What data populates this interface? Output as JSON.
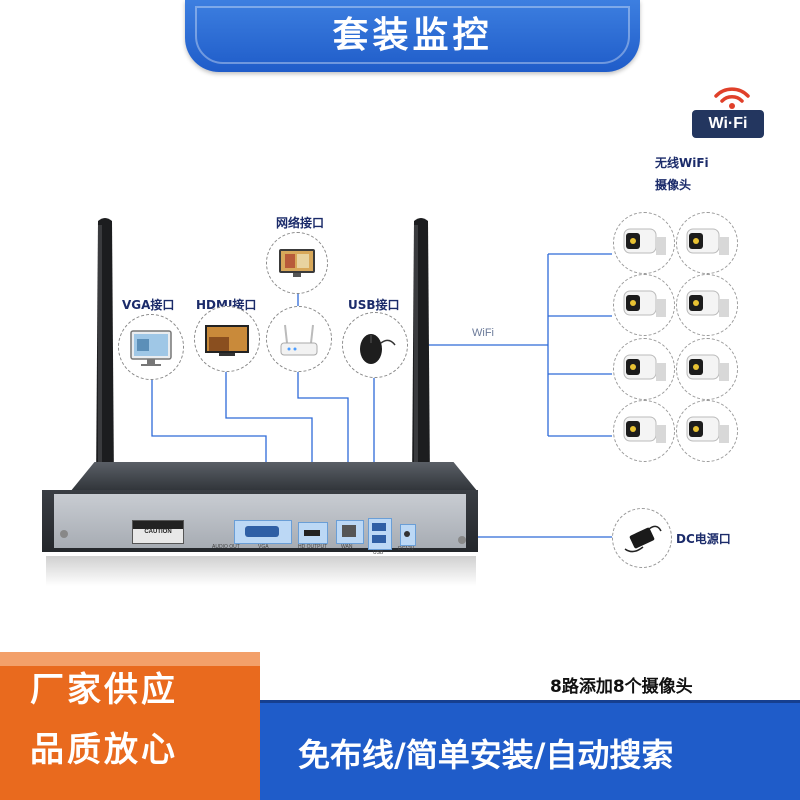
{
  "header": {
    "title": "套装监控"
  },
  "wifi_badge": {
    "text": "Wi·Fi"
  },
  "labels": {
    "wifi_camera_line1": "无线WiFi",
    "wifi_camera_line2": "摄像头",
    "network_port": "网络接口",
    "vga_port": "VGA接口",
    "hdmi_port": "HDMI接口",
    "usb_port": "USB接口",
    "wifi": "WiFi",
    "dc_port": "DC电源口"
  },
  "nvr": {
    "caution": "CAUTION",
    "port_audio": "AUDIO OUT",
    "port_vga": "VGA",
    "port_hdmi": "HD OUTPUT",
    "port_wan": "WAN",
    "port_usb": "USB",
    "port_dc": "DC12V"
  },
  "caption": "8路添加8个摄像头",
  "promo": {
    "line1": "厂家供应",
    "line2": "品质放心"
  },
  "features": "免布线/简单安装/自动搜索",
  "colors": {
    "brand_blue": "#1f5cc9",
    "accent_orange": "#e96a1e",
    "wifi_red": "#e0402a",
    "line_blue": "#2e6ad8"
  }
}
